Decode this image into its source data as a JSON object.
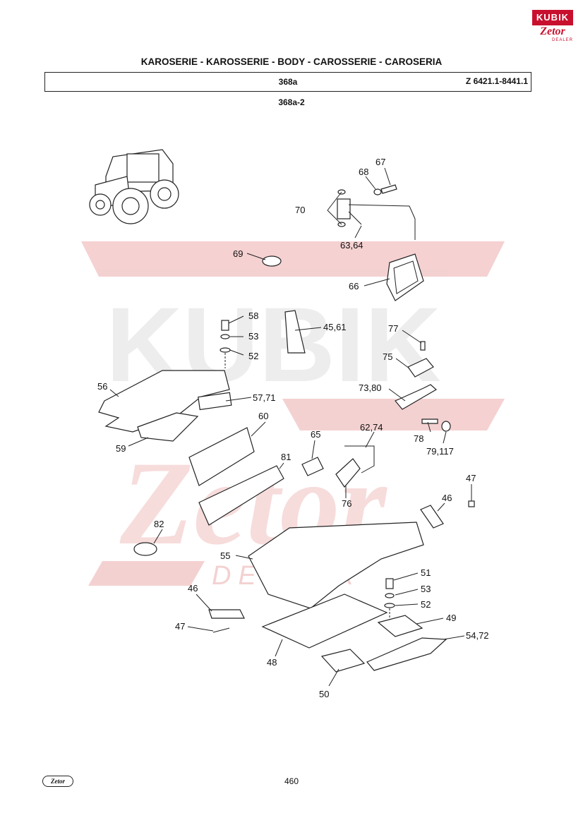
{
  "logo": {
    "top_text": "KUBIK",
    "bottom_text": "Zetor",
    "sub_text": "DEALER"
  },
  "title": "KAROSERIE - KAROSSERIE - BODY - CAROSSERIE - CAROSERIA",
  "section_code": "368a",
  "serial_range": "Z 6421.1-8441.1",
  "sub_code": "368a-2",
  "watermark": {
    "brand": "KUBIK",
    "script": "Zetor",
    "dealer": "DEALER"
  },
  "part_labels": {
    "p67": "67",
    "p68": "68",
    "p70": "70",
    "p63_64": "63,64",
    "p69": "69",
    "p66": "66",
    "p58": "58",
    "p53a": "53",
    "p52a": "52",
    "p45_61": "45,61",
    "p77": "77",
    "p75": "75",
    "p56": "56",
    "p57_71": "57,71",
    "p73_80": "73,80",
    "p60": "60",
    "p62_74": "62,74",
    "p65": "65",
    "p78": "78",
    "p79_117": "79,117",
    "p59": "59",
    "p81": "81",
    "p76": "76",
    "p47a": "47",
    "p46a": "46",
    "p82": "82",
    "p55": "55",
    "p51": "51",
    "p53b": "53",
    "p52b": "52",
    "p46b": "46",
    "p49": "49",
    "p47b": "47",
    "p54_72": "54,72",
    "p48": "48",
    "p50": "50"
  },
  "footer_logo": "Zetor",
  "page_number": "460",
  "colors": {
    "brand_red": "#c8102e",
    "watermark_red": "#f3c9c9",
    "watermark_grey": "#ececec",
    "ink": "#111111"
  }
}
